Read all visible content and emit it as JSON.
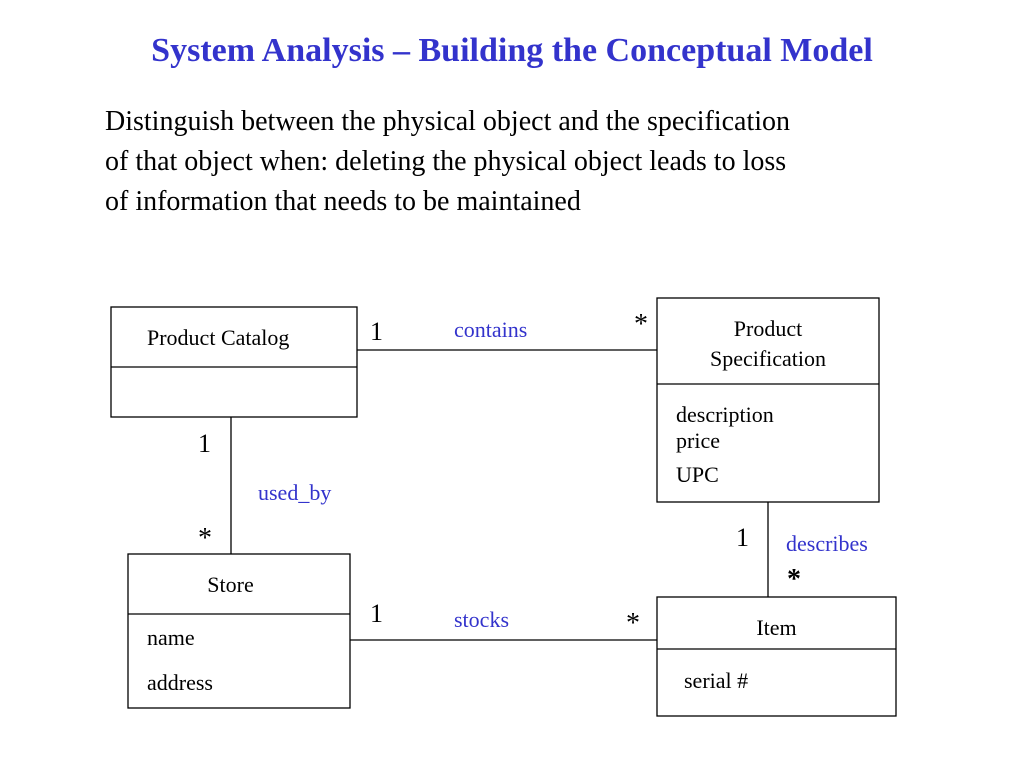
{
  "title": "System Analysis – Building the Conceptual Model",
  "body_lines": [
    "Distinguish between the physical object and the specification",
    "of that object when: deleting the physical object leads to loss",
    "of information that needs to be maintained"
  ],
  "colors": {
    "title": "#3333cc",
    "association_label": "#3333cc",
    "text": "#000000",
    "lines": "#000000"
  },
  "classes": {
    "product_catalog": {
      "name": "Product Catalog",
      "attributes": []
    },
    "product_specification": {
      "name_line1": "Product",
      "name_line2": "Specification",
      "attributes": [
        "description",
        "price",
        "UPC"
      ]
    },
    "store": {
      "name": "Store",
      "attributes": [
        "name",
        "address"
      ]
    },
    "item": {
      "name": "Item",
      "attributes": [
        "serial #"
      ]
    }
  },
  "associations": {
    "contains": {
      "label": "contains",
      "mult_from": "1",
      "mult_to": "*"
    },
    "used_by": {
      "label": "used_by",
      "mult_from": "1",
      "mult_to": "*"
    },
    "stocks": {
      "label": "stocks",
      "mult_from": "1",
      "mult_to": "*"
    },
    "describes": {
      "label": "describes",
      "mult_from": "1",
      "mult_to": "*"
    }
  }
}
